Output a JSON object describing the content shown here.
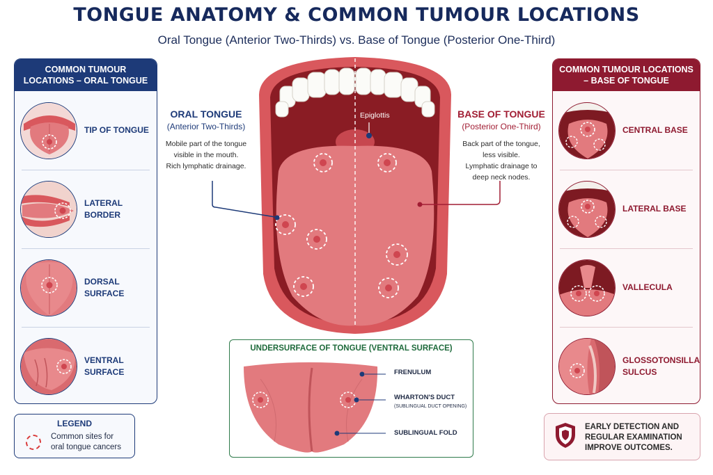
{
  "header": {
    "title": "TONGUE ANATOMY & COMMON TUMOUR LOCATIONS",
    "subtitle": "Oral Tongue (Anterior Two-Thirds) vs. Base of Tongue (Posterior One-Third)"
  },
  "left_panel": {
    "heading": "COMMON TUMOUR LOCATIONS – ORAL TONGUE",
    "items": [
      {
        "label": "TIP OF TONGUE"
      },
      {
        "label": "LATERAL BORDER"
      },
      {
        "label": "DORSAL SURFACE"
      },
      {
        "label": "VENTRAL SURFACE"
      }
    ]
  },
  "right_panel": {
    "heading": "COMMON TUMOUR LOCATIONS – BASE OF TONGUE",
    "items": [
      {
        "label": "CENTRAL BASE"
      },
      {
        "label": "LATERAL BASE"
      },
      {
        "label": "VALLECULA"
      },
      {
        "label": "GLOSSOTONSILLAR SULCUS"
      }
    ]
  },
  "oral_tongue": {
    "title": "ORAL TONGUE",
    "subtitle": "(Anterior Two-Thirds)",
    "desc_lines": [
      "Mobile part of the tongue",
      "visible in the mouth.",
      "Rich lymphatic drainage."
    ]
  },
  "base_tongue": {
    "title": "BASE OF TONGUE",
    "subtitle": "(Posterior One-Third)",
    "desc_lines": [
      "Back part of the tongue,",
      "less visible.",
      "Lymphatic drainage to",
      "deep neck nodes."
    ]
  },
  "center": {
    "epiglottis_label": "Epiglottis"
  },
  "undersurface": {
    "title": "UNDERSURFACE OF TONGUE (VENTRAL SURFACE)",
    "frenulum": "FRENULUM",
    "whartons": "WHARTON'S DUCT",
    "whartons_sub": "(SUBLINGUAL DUCT OPENING)",
    "sublingual": "SUBLINGUAL FOLD"
  },
  "legend": {
    "heading": "LEGEND",
    "line1": "Common sites for",
    "line2": "oral tongue cancers"
  },
  "callout": {
    "line1": "EARLY DETECTION AND",
    "line2": "REGULAR EXAMINATION",
    "line3": "IMPROVE OUTCOMES."
  },
  "colors": {
    "navy": "#1d3a78",
    "maroon": "#8e1a30",
    "tongue": "#e27a7e",
    "lips": "#d9585d",
    "mouth": "#8a1c24",
    "marker": "#d93a3a"
  }
}
